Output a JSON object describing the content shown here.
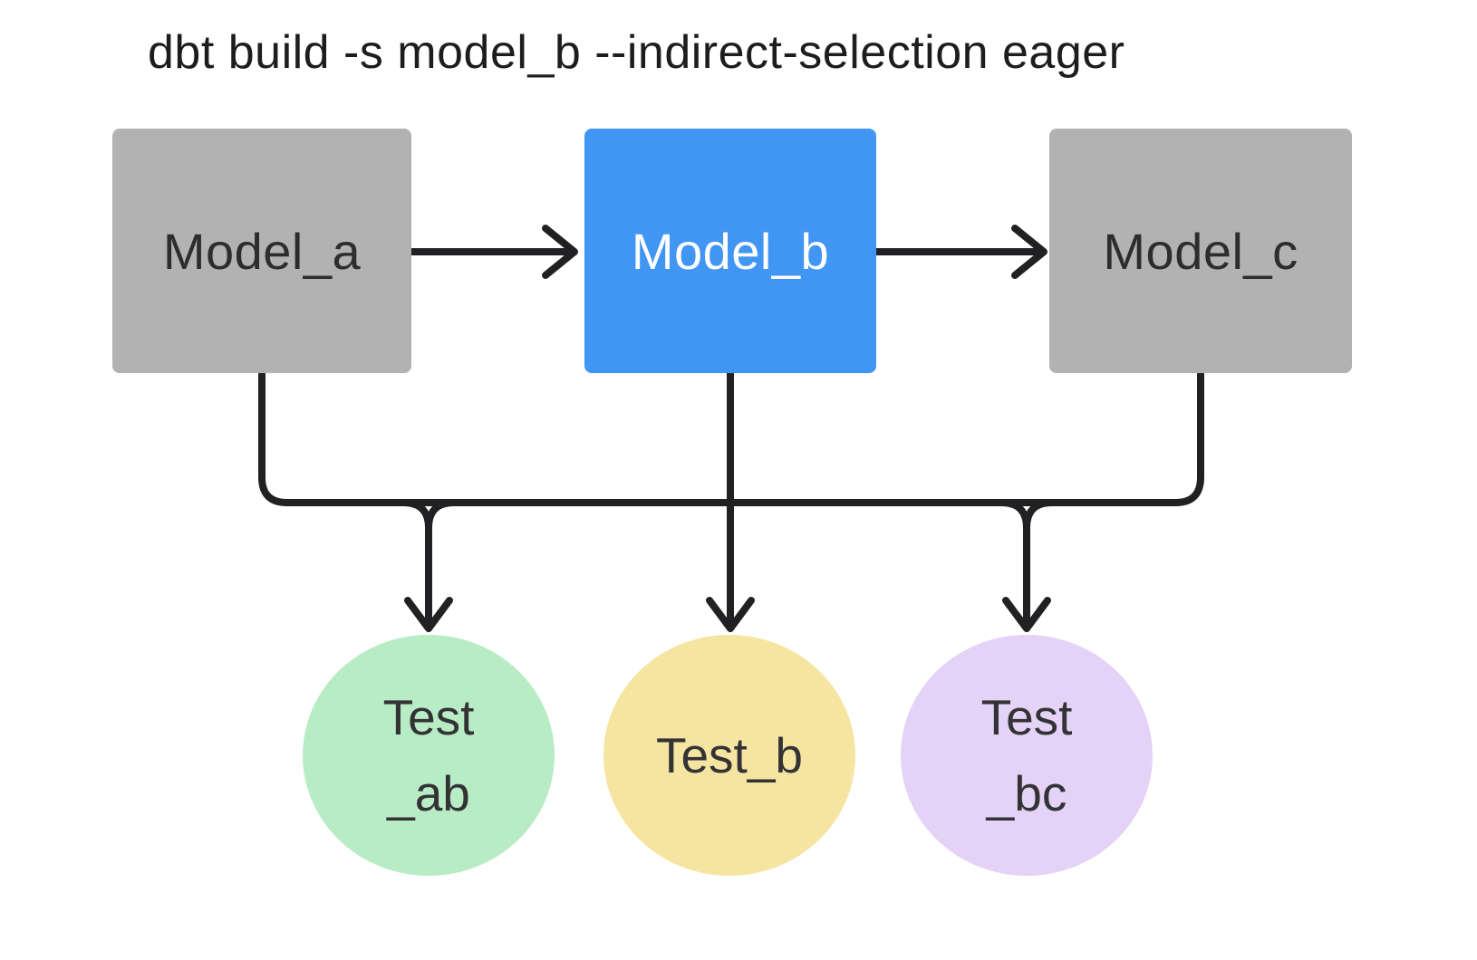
{
  "title": "dbt build -s model_b --indirect-selection eager",
  "colors": {
    "background": "#FFFFFF",
    "model_default_fill": "#B2B2B2",
    "model_selected_fill": "#4296F3",
    "model_text_dark": "#2D2D2D",
    "model_text_light": "#FFFFFF",
    "test_ab_fill": "#B8ECC5",
    "test_b_fill": "#F6E5A1",
    "test_bc_fill": "#E5D2F7",
    "edge_stroke": "#212123",
    "test_text": "#333336",
    "title_text": "#1D1D1F"
  },
  "nodes": {
    "model_a": {
      "label": "Model_a"
    },
    "model_b": {
      "label": "Model_b"
    },
    "model_c": {
      "label": "Model_c"
    },
    "test_ab": {
      "line1": "Test",
      "line2": "_ab"
    },
    "test_b": {
      "label": "Test_b"
    },
    "test_bc": {
      "line1": "Test",
      "line2": "_bc"
    }
  },
  "edges": [
    {
      "from": "Model_a",
      "to": "Model_b"
    },
    {
      "from": "Model_b",
      "to": "Model_c"
    },
    {
      "from": "Model_a",
      "to": "Test_ab"
    },
    {
      "from": "Model_b",
      "to": "Test_ab"
    },
    {
      "from": "Model_b",
      "to": "Test_b"
    },
    {
      "from": "Model_b",
      "to": "Test_bc"
    },
    {
      "from": "Model_c",
      "to": "Test_bc"
    }
  ]
}
